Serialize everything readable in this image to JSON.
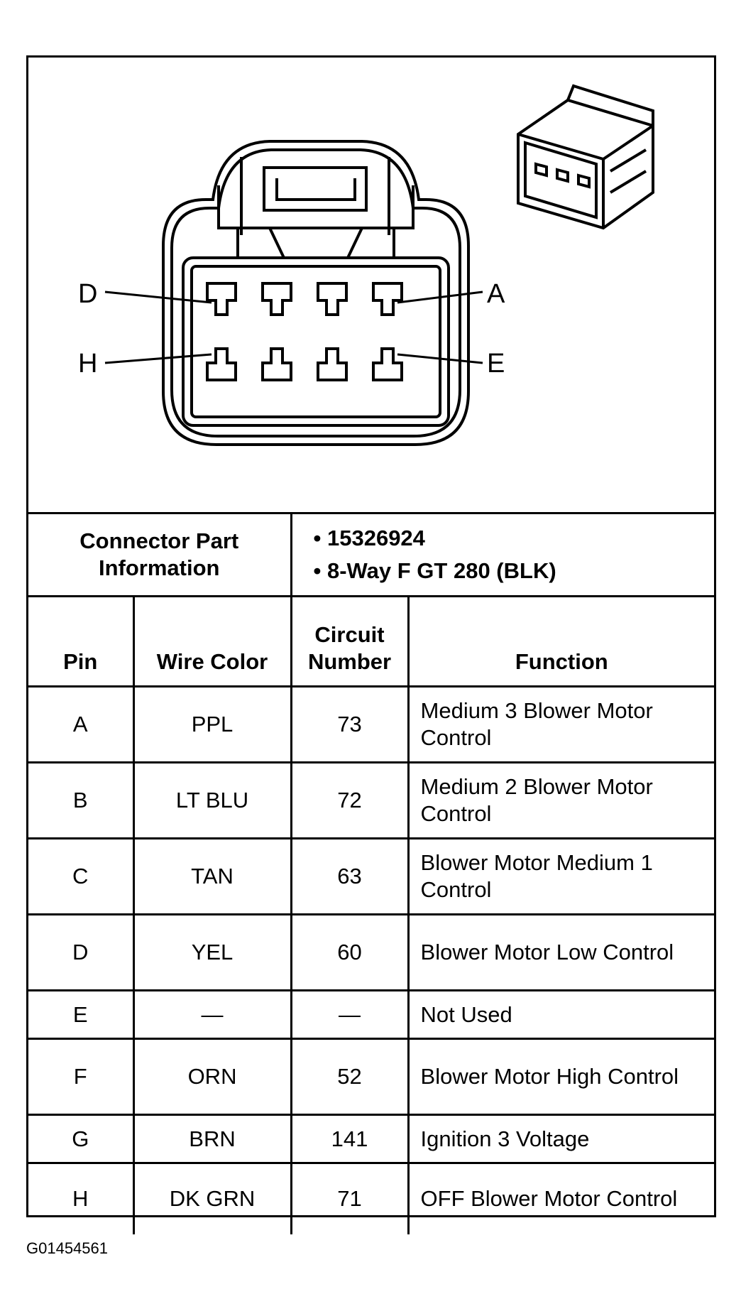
{
  "diagram": {
    "pin_labels": {
      "top_left": "D",
      "top_right": "A",
      "bottom_left": "H",
      "bottom_right": "E"
    }
  },
  "connector": {
    "label": "Connector Part Information",
    "part_number": "15326924",
    "description": "8-Way F GT 280 (BLK)"
  },
  "table": {
    "headers": {
      "pin": "Pin",
      "wire_color": "Wire Color",
      "circuit_number": "Circuit Number",
      "function": "Function"
    },
    "rows": [
      {
        "pin": "A",
        "wire_color": "PPL",
        "circuit": "73",
        "function": "Medium 3 Blower Motor Control"
      },
      {
        "pin": "B",
        "wire_color": "LT BLU",
        "circuit": "72",
        "function": "Medium 2 Blower Motor Control"
      },
      {
        "pin": "C",
        "wire_color": "TAN",
        "circuit": "63",
        "function": "Blower Motor Medium 1 Control"
      },
      {
        "pin": "D",
        "wire_color": "YEL",
        "circuit": "60",
        "function": "Blower Motor Low Control"
      },
      {
        "pin": "E",
        "wire_color": "—",
        "circuit": "—",
        "function": "Not Used"
      },
      {
        "pin": "F",
        "wire_color": "ORN",
        "circuit": "52",
        "function": "Blower Motor High Control"
      },
      {
        "pin": "G",
        "wire_color": "BRN",
        "circuit": "141",
        "function": "Ignition 3 Voltage"
      },
      {
        "pin": "H",
        "wire_color": "DK GRN",
        "circuit": "71",
        "function": "OFF Blower Motor Control"
      }
    ]
  },
  "figure_code": "G01454561"
}
